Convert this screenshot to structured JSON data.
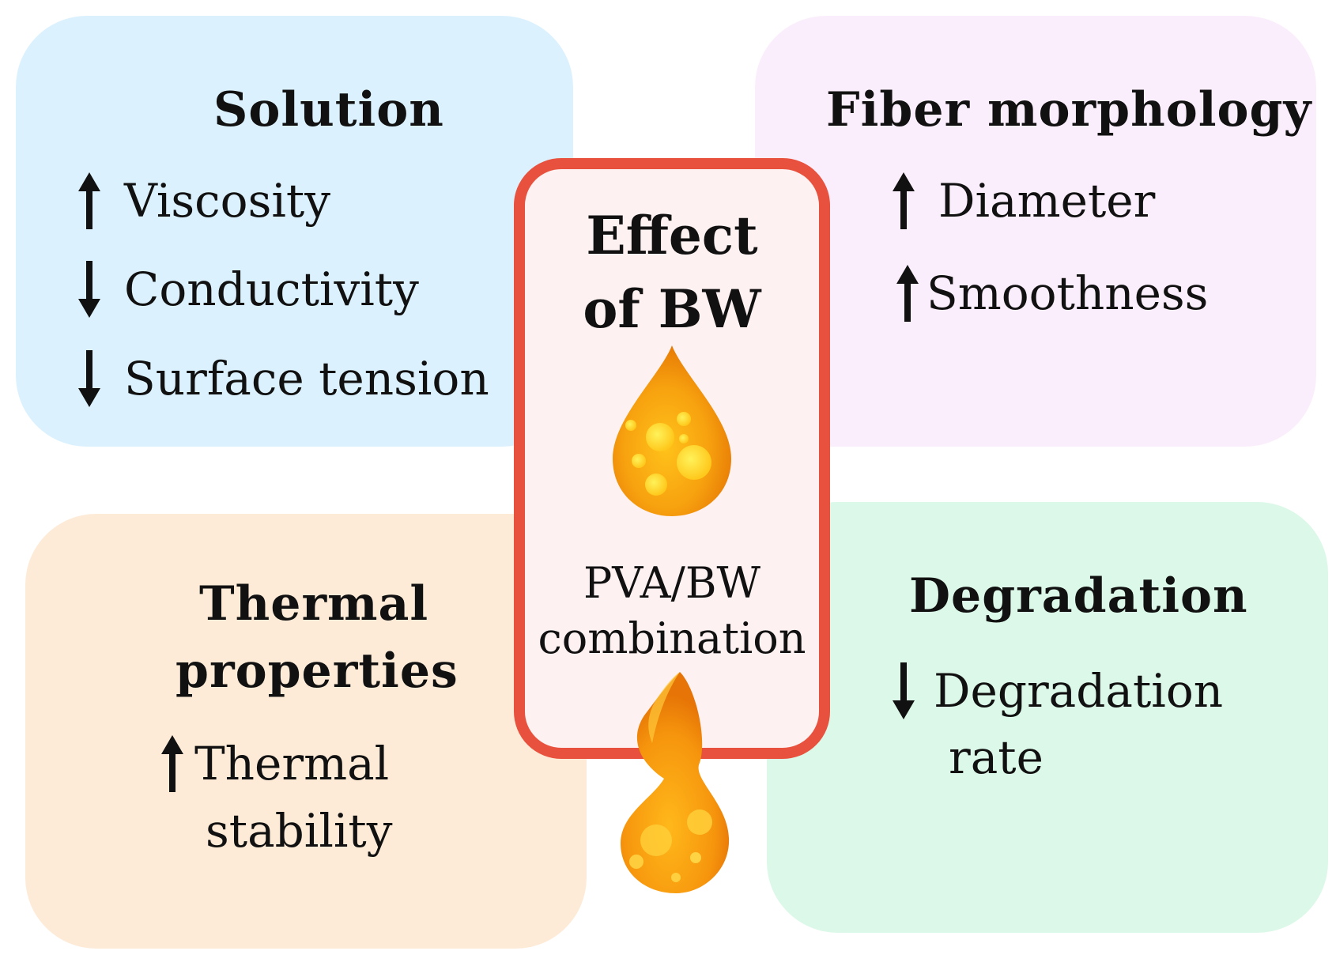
{
  "solution": {
    "heading": "Solution",
    "items": [
      {
        "direction": "up",
        "label": "Viscosity"
      },
      {
        "direction": "down",
        "label": "Conductivity"
      },
      {
        "direction": "down",
        "label": "Surface tension"
      }
    ]
  },
  "fiber_morphology": {
    "heading": "Fiber morphology",
    "items": [
      {
        "direction": "up",
        "label": "Diameter"
      },
      {
        "direction": "up",
        "label": "Smoothness"
      }
    ]
  },
  "thermal": {
    "heading_line1": "Thermal",
    "heading_line2": "properties",
    "items": [
      {
        "direction": "up",
        "label_line1": "Thermal",
        "label_line2": "stability"
      }
    ]
  },
  "degradation": {
    "heading": "Degradation",
    "items": [
      {
        "direction": "down",
        "label_line1": "Degradation",
        "label_line2": "rate"
      }
    ]
  },
  "center": {
    "title_line1": "Effect",
    "title_line2": "of BW",
    "sub_line1": "PVA/BW",
    "sub_line2": "combination"
  },
  "colors": {
    "solution_bg": "#dbf1fd",
    "fiber_bg": "#fbeefc",
    "thermal_bg": "#fdebd8",
    "degradation_bg": "#dbf8e8",
    "center_border": "#e8513d",
    "center_bg": "#fdf1f1",
    "drop_orange": "#f59a0f"
  },
  "icons": [
    "up-arrow-icon",
    "down-arrow-icon",
    "honey-drop-icon",
    "honey-drip-icon"
  ]
}
